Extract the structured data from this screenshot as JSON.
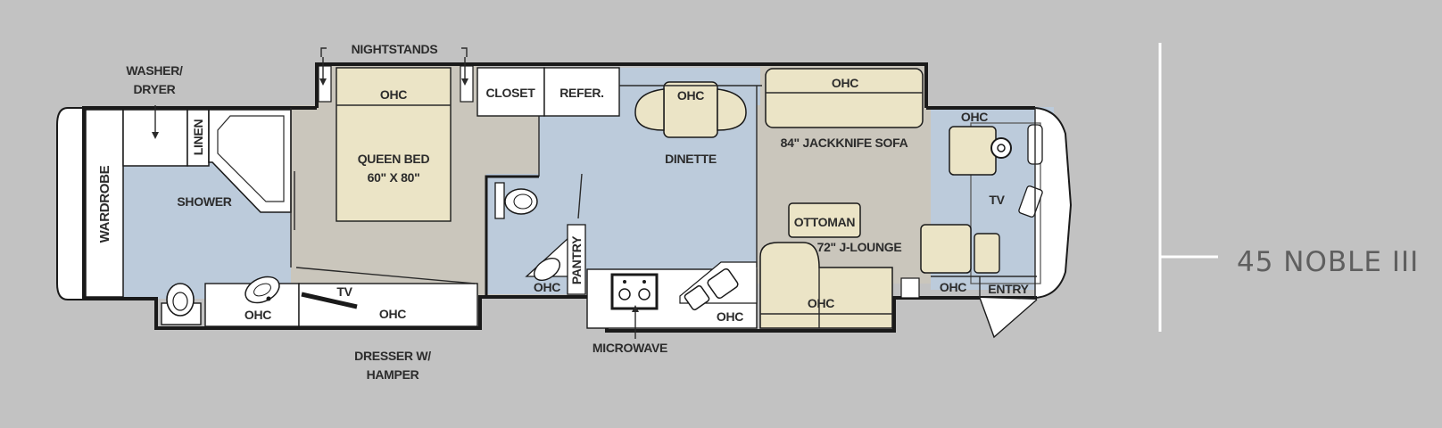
{
  "title": "45 NOBLE III",
  "colors": {
    "background": "#c2c2c2",
    "wall": "#1a1a1a",
    "floor_blue": "#bccbdb",
    "floor_beige": "#cac6bc",
    "furniture_cream": "#ebe4c6",
    "cabinet_white": "#ffffff"
  },
  "labels": {
    "washer_dryer": [
      "WASHER/",
      "DRYER"
    ],
    "wardrobe": "WARDROBE",
    "linen": "LINEN",
    "shower": "SHOWER",
    "nightstands": "NIGHTSTANDS",
    "queen_bed": [
      "QUEEN BED",
      "60\" X 80\""
    ],
    "bed_ohc": "OHC",
    "closet": "CLOSET",
    "refer": "REFER.",
    "dinette_ohc": "OHC",
    "dinette": "DINETTE",
    "sofa_ohc": "OHC",
    "sofa": "84\" JACKKNIFE SOFA",
    "ottoman": "OTTOMAN",
    "jlounge": "72\" J-LOUNGE",
    "jlounge_ohc": "OHC",
    "cockpit_ohc": "OHC",
    "tv_front": "TV",
    "entry_ohc": "OHC",
    "entry": "ENTRY",
    "vanity_ohc": "OHC",
    "dresser_tv": "TV",
    "dresser_ohc": "OHC",
    "dresser": [
      "DRESSER W/",
      "HAMPER"
    ],
    "pantry": "PANTRY",
    "half_bath_ohc": "OHC",
    "microwave": "MICROWAVE",
    "kitchen_ohc": "OHC"
  }
}
